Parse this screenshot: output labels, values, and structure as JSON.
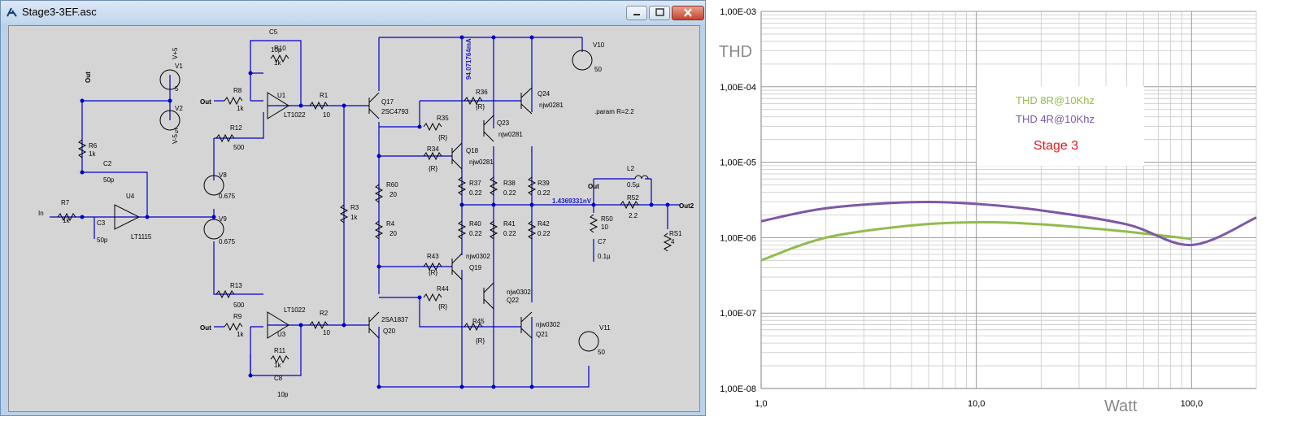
{
  "window": {
    "title": "Stage3-3EF.asc"
  },
  "schematic": {
    "components": [
      {
        "name": "V1",
        "value": "5"
      },
      {
        "name": "V2",
        "value": "5"
      },
      {
        "name": "R6",
        "value": "1k"
      },
      {
        "name": "C2",
        "value": "50p"
      },
      {
        "name": "R7",
        "value": "1k"
      },
      {
        "name": "C3",
        "value": "50p"
      },
      {
        "name": "U4",
        "value": "LT1115"
      },
      {
        "name": "C5",
        "value": "10p"
      },
      {
        "name": "R10",
        "value": "1k"
      },
      {
        "name": "R8",
        "value": "1k"
      },
      {
        "name": "U1",
        "value": "LT1022"
      },
      {
        "name": "R12",
        "value": "500"
      },
      {
        "name": "V8",
        "value": "0.675"
      },
      {
        "name": "V9",
        "value": "0.675"
      },
      {
        "name": "R13",
        "value": "500"
      },
      {
        "name": "R9",
        "value": "1k"
      },
      {
        "name": "U3",
        "value": "LT1022"
      },
      {
        "name": "R11",
        "value": "1k"
      },
      {
        "name": "C8",
        "value": "10p"
      },
      {
        "name": "R1",
        "value": "10"
      },
      {
        "name": "R2",
        "value": "10"
      },
      {
        "name": "R3",
        "value": "1k"
      },
      {
        "name": "Q17",
        "value": "2SC4793"
      },
      {
        "name": "Q20",
        "value": "2SA1837"
      },
      {
        "name": "R60",
        "value": "20"
      },
      {
        "name": "R4",
        "value": "20"
      },
      {
        "name": "R35",
        "value": "{R}"
      },
      {
        "name": "R34",
        "value": "{R}"
      },
      {
        "name": "R36",
        "value": "{R}"
      },
      {
        "name": "R43",
        "value": "{R}"
      },
      {
        "name": "R44",
        "value": "{R}"
      },
      {
        "name": "R45",
        "value": "{R}"
      },
      {
        "name": "Q18",
        "value": "njw0281"
      },
      {
        "name": "Q23",
        "value": "njw0281"
      },
      {
        "name": "Q24",
        "value": "njw0281"
      },
      {
        "name": "Q19",
        "value": "njw0302"
      },
      {
        "name": "Q22",
        "value": "njw0302"
      },
      {
        "name": "Q21",
        "value": "njw0302"
      },
      {
        "name": "R37",
        "value": "0.22"
      },
      {
        "name": "R38",
        "value": "0.22"
      },
      {
        "name": "R39",
        "value": "0.22"
      },
      {
        "name": "R40",
        "value": "0.22"
      },
      {
        "name": "R41",
        "value": "0.22"
      },
      {
        "name": "R42",
        "value": "0.22"
      },
      {
        "name": "V10",
        "value": "50"
      },
      {
        "name": "V11",
        "value": "50"
      },
      {
        "name": "R50",
        "value": "10"
      },
      {
        "name": "C7",
        "value": "0.1µ"
      },
      {
        "name": "L2",
        "value": "0.5µ"
      },
      {
        "name": "R52",
        "value": "2.2"
      },
      {
        "name": "RS1",
        "value": "4"
      }
    ],
    "labels": {
      "out": "Out",
      "in": "In",
      "out2": "Out2",
      "vp5": "V+5",
      "vm5": "V-5",
      "param": ".param R=2.2",
      "current": "94.071764mA",
      "voltage": "1.4369331nV"
    }
  },
  "chart_data": {
    "type": "line",
    "ylabel": "THD",
    "xlabel": "Watt",
    "x_scale": "log",
    "y_scale": "log",
    "xlim": [
      1,
      200
    ],
    "ylim": [
      1e-08,
      0.001
    ],
    "x_ticks": [
      {
        "value": 1,
        "label": "1,0"
      },
      {
        "value": 10,
        "label": "10,0"
      },
      {
        "value": 100,
        "label": "100,0"
      }
    ],
    "y_ticks": [
      {
        "value": 0.001,
        "label": "1,00E-03"
      },
      {
        "value": 0.0001,
        "label": "1,00E-04"
      },
      {
        "value": 1e-05,
        "label": "1,00E-05"
      },
      {
        "value": 1e-06,
        "label": "1,00E-06"
      },
      {
        "value": 1e-07,
        "label": "1,00E-07"
      },
      {
        "value": 1e-08,
        "label": "1,00E-08"
      }
    ],
    "grid": true,
    "legend_position": "top-center",
    "annotation": "Stage 3",
    "series": [
      {
        "name": "THD 8R@10Khz",
        "color": "#92bc4c",
        "x": [
          1,
          2,
          5,
          10,
          20,
          50,
          100
        ],
        "y": [
          5e-07,
          1e-06,
          1.45e-06,
          1.6e-06,
          1.5e-06,
          1.2e-06,
          9.6e-07
        ]
      },
      {
        "name": "THD 4R@10Khz",
        "color": "#7d58a6",
        "x": [
          1,
          2,
          5,
          10,
          20,
          50,
          100,
          200
        ],
        "y": [
          1.65e-06,
          2.45e-06,
          2.95e-06,
          2.8e-06,
          2.3e-06,
          1.5e-06,
          8e-07,
          1.85e-06
        ]
      }
    ]
  }
}
